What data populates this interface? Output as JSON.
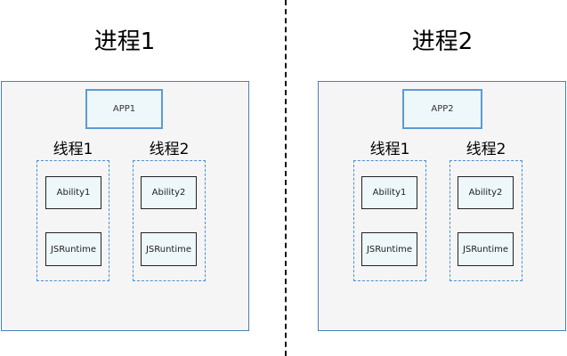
{
  "processes": [
    {
      "title": "进程1",
      "app": "APP1",
      "threads": [
        {
          "label": "线程1",
          "ability": "Ability1",
          "runtime": "JSRuntime"
        },
        {
          "label": "线程2",
          "ability": "Ability2",
          "runtime": "JSRuntime"
        }
      ]
    },
    {
      "title": "进程2",
      "app": "APP2",
      "threads": [
        {
          "label": "线程1",
          "ability": "Ability1",
          "runtime": "JSRuntime"
        },
        {
          "label": "线程2",
          "ability": "Ability2",
          "runtime": "JSRuntime"
        }
      ]
    }
  ],
  "colors": {
    "process_border": "#4a7fb5",
    "process_fill": "#f5f5f5",
    "app_border": "#5b9bd5",
    "module_fill": "#eef7fa",
    "thread_border": "#4a8fd8",
    "divider": "#111111"
  }
}
